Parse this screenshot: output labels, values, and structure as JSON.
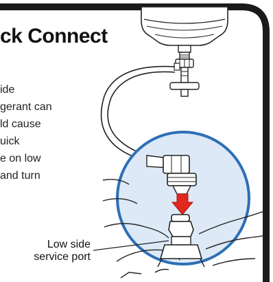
{
  "panel": {
    "title": "ck Connect",
    "instructions": [
      "ide",
      "gerant can",
      "ld cause",
      "uick",
      "e on low",
      " and turn"
    ],
    "port_label": [
      "Low side",
      "service port"
    ]
  },
  "icons": {
    "can": "refrigerant-can-icon",
    "gauge_valve": "valve-tap-icon",
    "hose": "charging-hose-icon",
    "connector": "quick-connect-icon",
    "arrow": "down-arrow-icon",
    "port": "service-port-icon",
    "magnifier": "magnifier-circle-icon"
  },
  "colors": {
    "frame": "#1a1a1a",
    "magnifier_fill": "#dde9f6",
    "magnifier_ring": "#2e6fb6",
    "arrow": "#e0281e",
    "line": "#222222"
  }
}
